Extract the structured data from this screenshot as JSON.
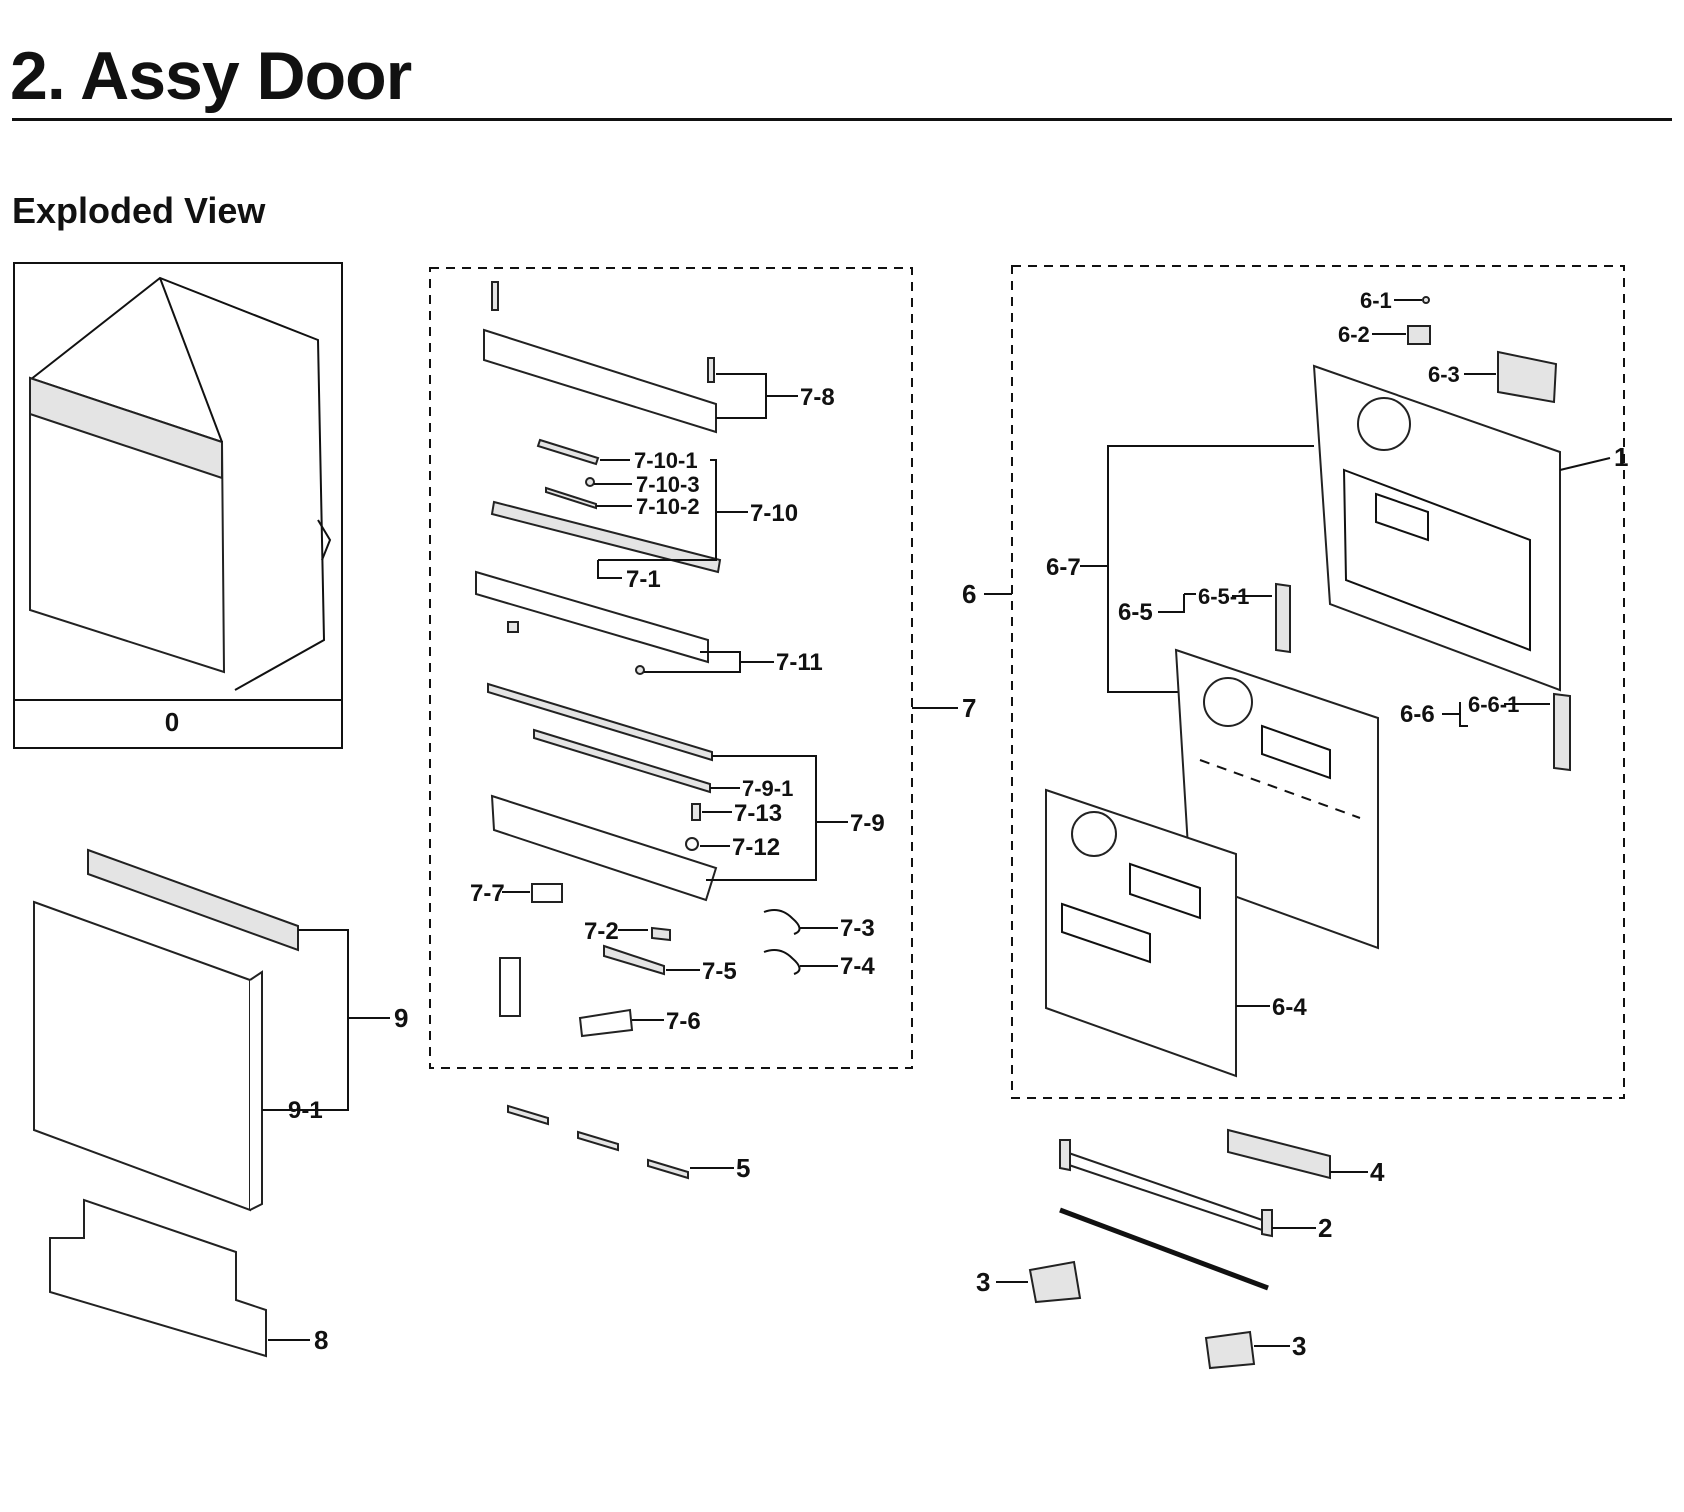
{
  "page": {
    "title": "2.  Assy Door",
    "subtitle": "Exploded View"
  },
  "labels": {
    "p0": "0",
    "p1": "1",
    "p2": "2",
    "p3a": "3",
    "p3b": "3",
    "p4": "4",
    "p5": "5",
    "p6": "6",
    "p6_1": "6-1",
    "p6_2": "6-2",
    "p6_3": "6-3",
    "p6_4": "6-4",
    "p6_5": "6-5",
    "p6_5_1": "6-5-1",
    "p6_6": "6-6",
    "p6_6_1": "6-6-1",
    "p6_7": "6-7",
    "p7": "7",
    "p7_1": "7-1",
    "p7_2": "7-2",
    "p7_3": "7-3",
    "p7_4": "7-4",
    "p7_5": "7-5",
    "p7_6": "7-6",
    "p7_7": "7-7",
    "p7_8": "7-8",
    "p7_9": "7-9",
    "p7_9_1": "7-9-1",
    "p7_10": "7-10",
    "p7_10_1": "7-10-1",
    "p7_10_2": "7-10-2",
    "p7_10_3": "7-10-3",
    "p7_11": "7-11",
    "p7_12": "7-12",
    "p7_13": "7-13",
    "p8": "8",
    "p9": "9",
    "p9_1": "9-1"
  }
}
